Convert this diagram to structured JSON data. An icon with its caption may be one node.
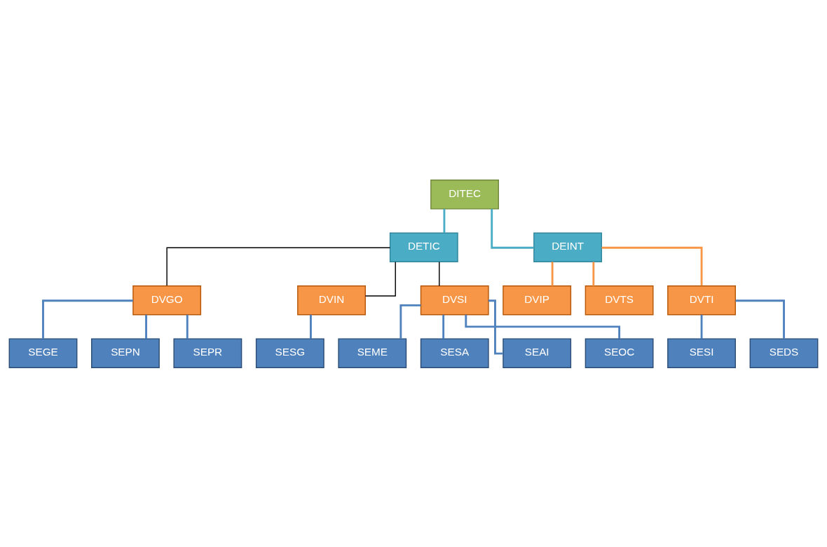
{
  "diagram": {
    "nodes": [
      {
        "text": [
          "DITEC"
        ]
      },
      {
        "text": [
          "DETIC"
        ]
      },
      {
        "text": [
          "DEINT"
        ]
      },
      {
        "text": [
          "DVGO"
        ]
      },
      {
        "text": [
          "DVIN"
        ]
      },
      {
        "text": [
          "DVSI"
        ]
      },
      {
        "text": [
          "DVIP"
        ]
      },
      {
        "text": [
          "DVTS"
        ]
      },
      {
        "text": [
          "DVTI"
        ]
      },
      {
        "text": [
          "SEGE"
        ]
      },
      {
        "text": [
          "SEPN"
        ]
      },
      {
        "text": [
          "SEPR"
        ]
      },
      {
        "text": [
          "SESG"
        ]
      },
      {
        "text": [
          "SEME"
        ]
      },
      {
        "text": [
          "SESA"
        ]
      },
      {
        "text": [
          "SEAI"
        ]
      },
      {
        "text": [
          "SEOC"
        ]
      },
      {
        "text": [
          "SESI"
        ]
      },
      {
        "text": [
          "SEDS"
        ]
      }
    ],
    "edges": [
      {
        "from": 0,
        "to": 1,
        "arrow": "none",
        "color": "#4bacc6"
      },
      {
        "from": 0,
        "to": 2,
        "arrow": "none",
        "color": "#4bacc6"
      },
      {
        "from": 1,
        "to": 3,
        "arrow": "none",
        "color": "#000000"
      },
      {
        "from": 1,
        "to": 4,
        "arrow": "none",
        "color": "#000000"
      },
      {
        "from": 1,
        "to": 5,
        "arrow": "none",
        "color": "#000000"
      },
      {
        "from": 2,
        "to": 6,
        "arrow": "none",
        "color": "#f79646"
      },
      {
        "from": 2,
        "to": 7,
        "arrow": "none",
        "color": "#f79646"
      },
      {
        "from": 2,
        "to": 8,
        "arrow": "none",
        "color": "#f79646"
      },
      {
        "from": 3,
        "to": 9,
        "arrow": "none"
      },
      {
        "from": 3,
        "to": 10,
        "arrow": "none"
      },
      {
        "from": 3,
        "to": 11,
        "arrow": "none"
      },
      {
        "from": 4,
        "to": 12,
        "arrow": "none"
      },
      {
        "from": 5,
        "to": 13,
        "arrow": "none"
      },
      {
        "from": 5,
        "to": 14,
        "arrow": "none"
      },
      {
        "from": 5,
        "to": 15,
        "arrow": "none"
      },
      {
        "from": 5,
        "to": 16,
        "arrow": "none"
      },
      {
        "from": 8,
        "to": 17,
        "arrow": "none"
      },
      {
        "from": 8,
        "to": 18,
        "arrow": "none"
      }
    ]
  }
}
